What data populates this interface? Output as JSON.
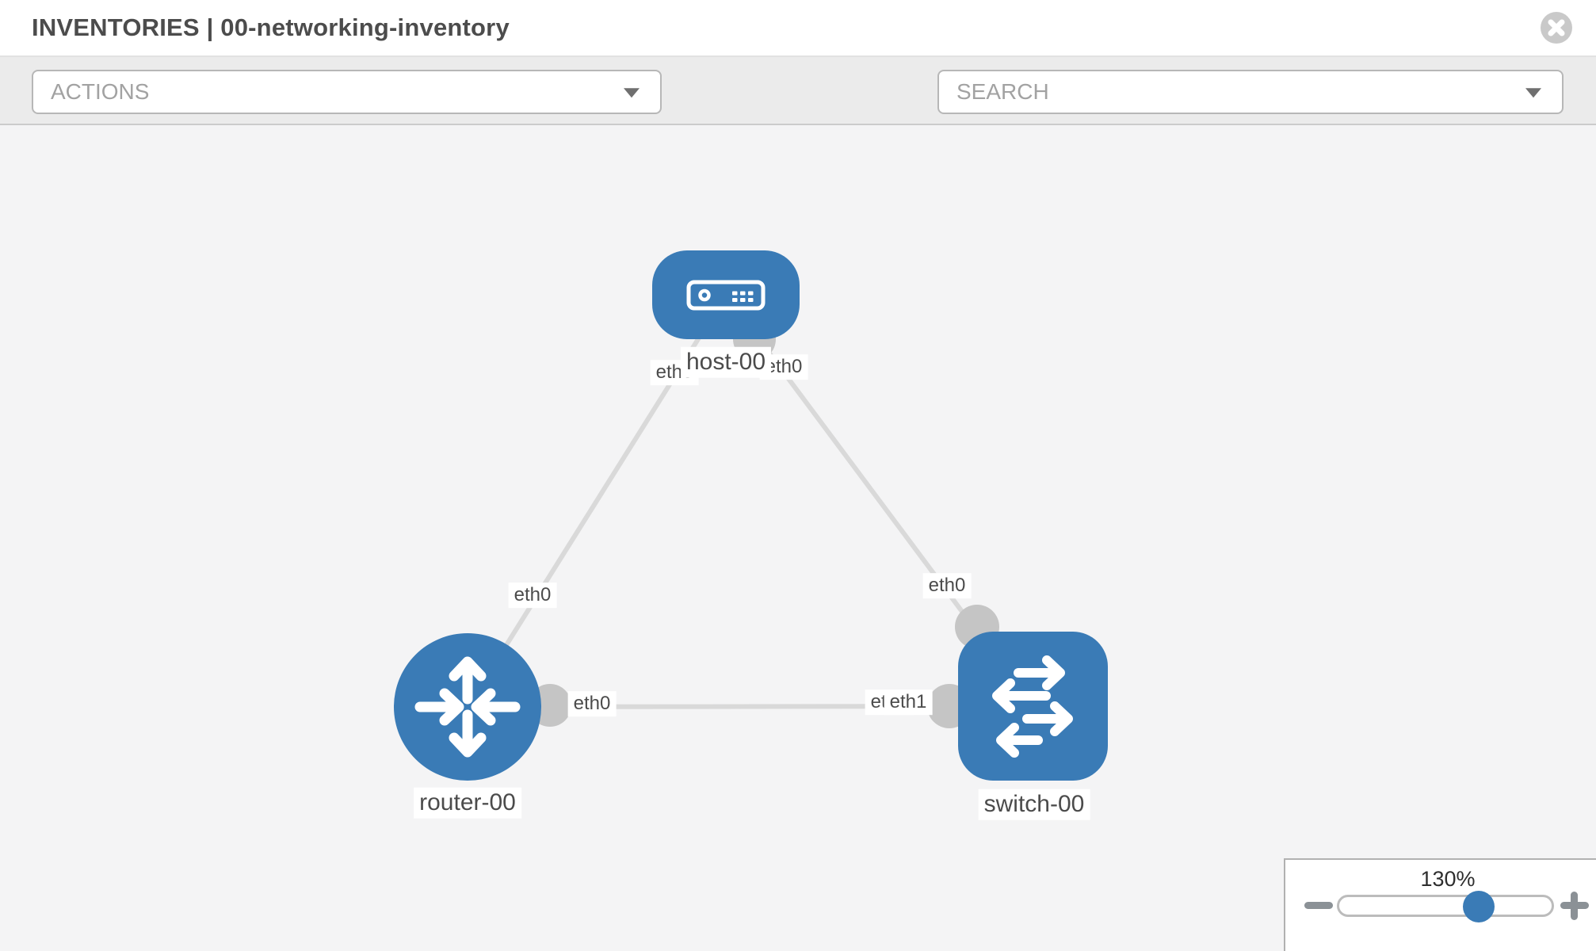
{
  "header": {
    "title": "INVENTORIES | 00-networking-inventory"
  },
  "toolbar": {
    "actions_label": "ACTIONS",
    "search_placeholder": "SEARCH"
  },
  "topology": {
    "nodes": [
      {
        "id": "host-00",
        "type": "host",
        "label": "host-00"
      },
      {
        "id": "router-00",
        "type": "router",
        "label": "router-00"
      },
      {
        "id": "switch-00",
        "type": "switch",
        "label": "switch-00"
      }
    ],
    "links": [
      {
        "source": "host-00",
        "target": "router-00",
        "source_interface": "eth0",
        "target_interface": "eth0"
      },
      {
        "source": "host-00",
        "target": "switch-00",
        "source_interface": "eth0",
        "target_interface": "eth0"
      },
      {
        "source": "router-00",
        "target": "switch-00",
        "source_interface": "eth0",
        "target_interface": "eth1"
      }
    ],
    "interface_labels": [
      {
        "text": "eth0"
      },
      {
        "text": "eth0"
      },
      {
        "text": "eth0"
      },
      {
        "text": "eth0"
      },
      {
        "text": "eth0"
      },
      {
        "text": "eth0"
      },
      {
        "text": "eth1"
      }
    ]
  },
  "zoom_control": {
    "value": "130%"
  },
  "colors": {
    "node_blue": "#3a7bb6",
    "link_gray": "#d9d9d9",
    "connector_gray": "#c5c5c5",
    "toolbar_bg": "#ebebeb",
    "canvas_bg": "#f4f4f5",
    "icon_gray": "#868e96"
  }
}
